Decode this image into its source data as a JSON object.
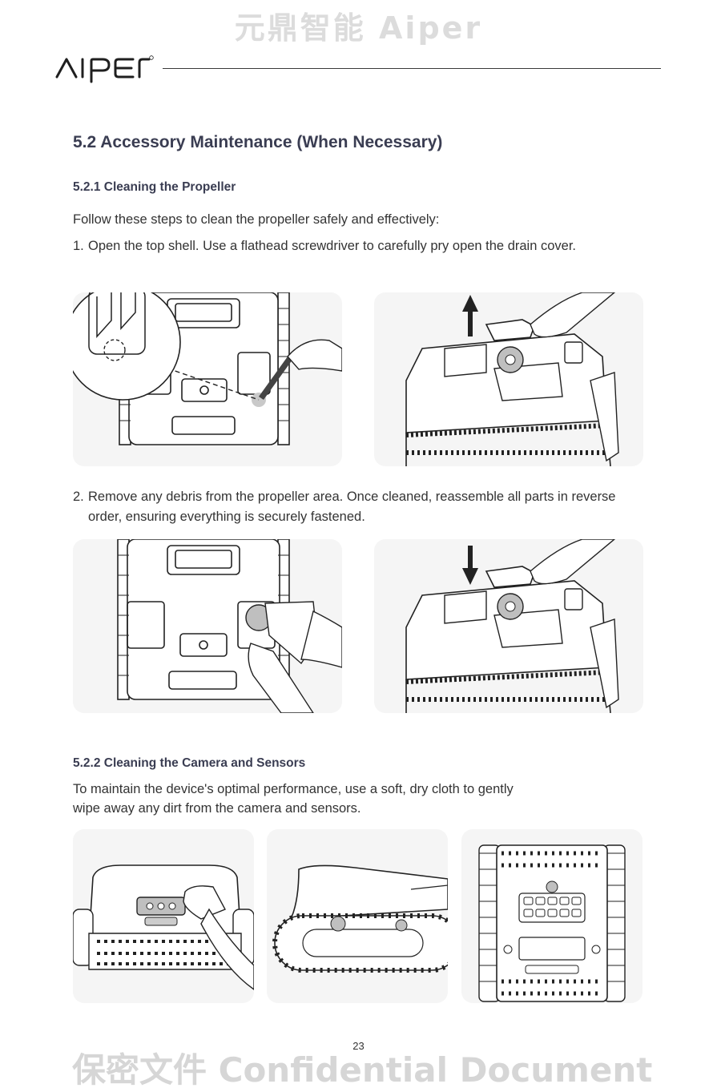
{
  "watermark": {
    "top": "元鼎智能 Aiper",
    "bottom": "保密文件 Confidential Document"
  },
  "brand": {
    "logo_text": "AIPER"
  },
  "section": {
    "title": "5.2 Accessory Maintenance (When Necessary)",
    "sub1": {
      "title": "5.2.1 Cleaning the Propeller",
      "intro": "Follow these steps to clean the propeller safely and effectively:",
      "steps": [
        {
          "num": "1.",
          "text": "Open the top shell. Use a flathead screwdriver to carefully pry open the drain cover."
        },
        {
          "num": "2.",
          "text": "Remove any debris from the propeller area. Once cleaned, reassemble all parts in reverse order, ensuring everything is securely fastened."
        }
      ]
    },
    "sub2": {
      "title": "5.2.2 Cleaning the Camera and Sensors",
      "intro_line1": "To maintain the device's optimal performance, use a soft, dry cloth to gently",
      "intro_line2": "wipe away any dirt from the camera and sensors."
    }
  },
  "page_number": "23",
  "colors": {
    "heading": "#3a3d52",
    "panel_bg": "#f5f5f5",
    "watermark": "#d6d6d6"
  }
}
